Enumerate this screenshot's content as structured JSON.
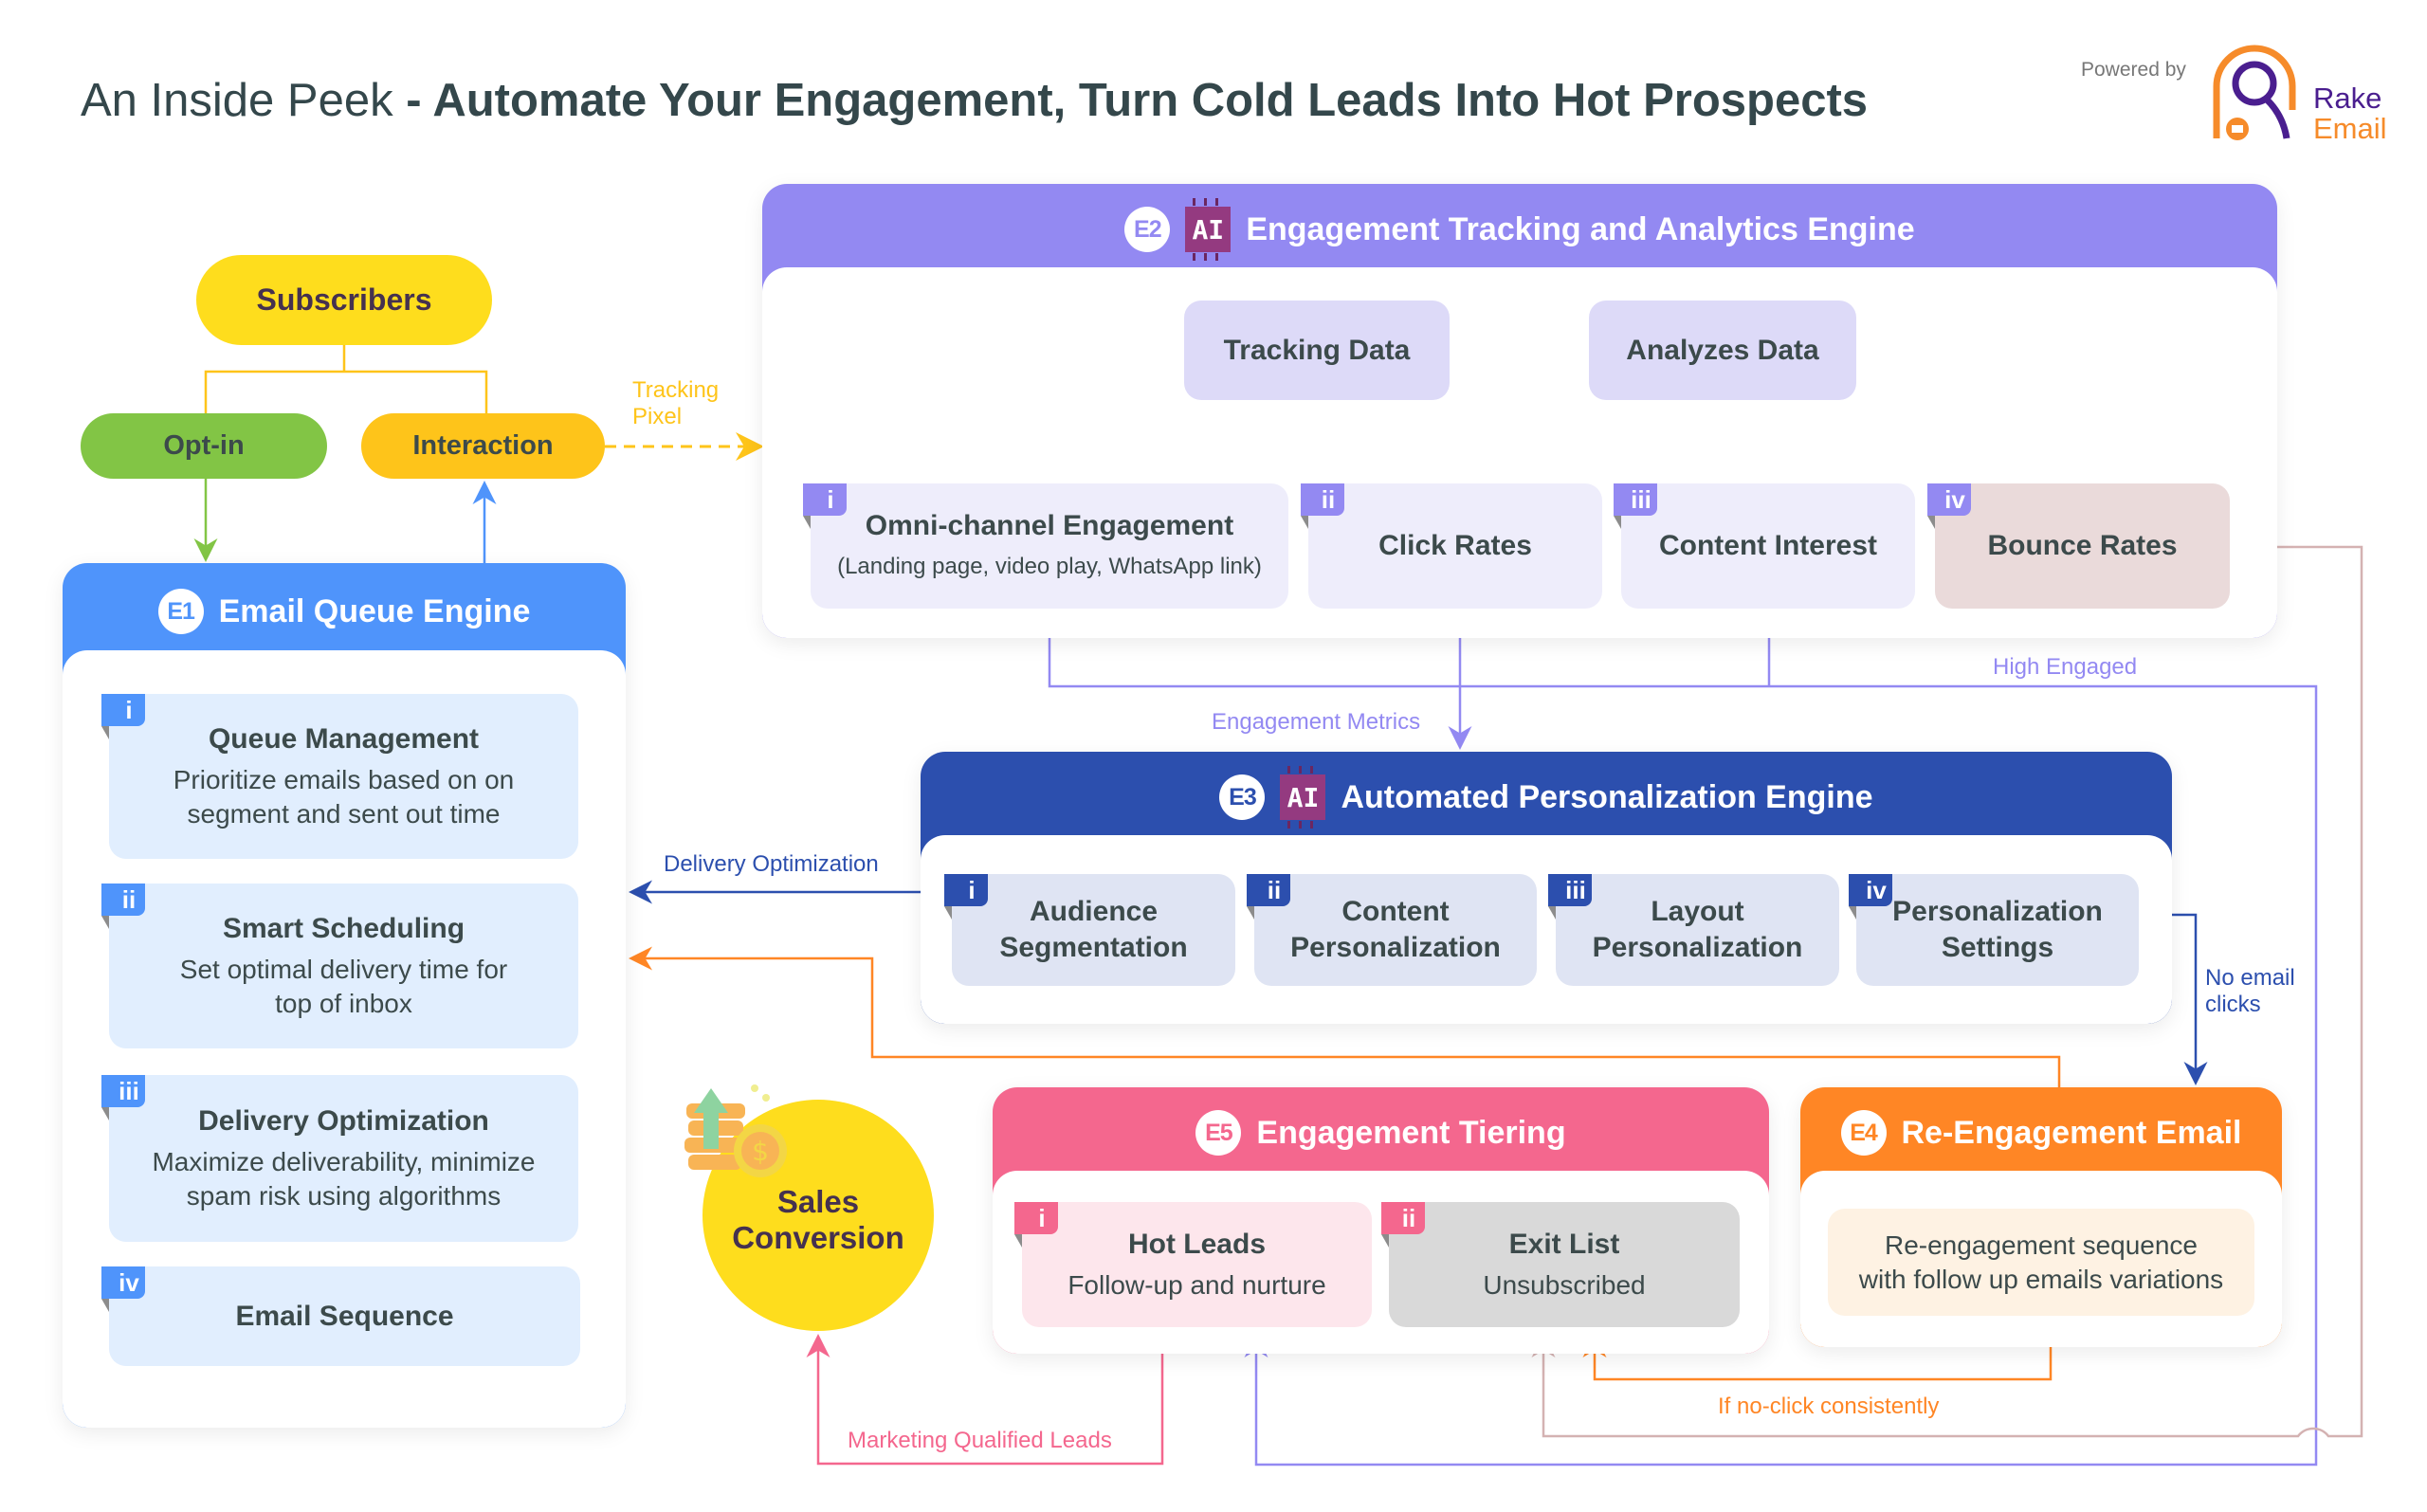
{
  "header": {
    "title_light": "An Inside Peek",
    "title_sep": " - ",
    "title_bold": "Automate Your Engagement, Turn Cold Leads Into Hot Prospects",
    "powered_by": "Powered by",
    "brand_line1": "Rake",
    "brand_line2": "Email",
    "brand_icon": "rake-email-logo-icon"
  },
  "colors": {
    "e1": "#4f94fb",
    "e2": "#9389f2",
    "e3": "#2c4fae",
    "e4": "#ff8625",
    "e5": "#f4678e",
    "subscribers": "#fedd1d",
    "optin": "#82c545",
    "interaction": "#fec41a"
  },
  "entry": {
    "subscribers": "Subscribers",
    "optin": "Opt-in",
    "interaction": "Interaction",
    "tracking_pixel_1": "Tracking",
    "tracking_pixel_2": "Pixel"
  },
  "e1": {
    "badge": "E1",
    "title": "Email Queue Engine",
    "items": [
      {
        "tag": "i",
        "title": "Queue Management",
        "desc1": "Prioritize emails based on on",
        "desc2": "segment and sent out time"
      },
      {
        "tag": "ii",
        "title": "Smart Scheduling",
        "desc1": "Set optimal delivery time for",
        "desc2": "top of inbox"
      },
      {
        "tag": "iii",
        "title": "Delivery Optimization",
        "desc1": "Maximize deliverability, minimize",
        "desc2": "spam risk using algorithms"
      },
      {
        "tag": "iv",
        "title": "Email Sequence"
      }
    ]
  },
  "e2": {
    "badge": "E2",
    "ai": "AI",
    "title": "Engagement Tracking and Analytics Engine",
    "tracking_data": "Tracking Data",
    "analyzes_data": "Analyzes Data",
    "items": [
      {
        "tag": "i",
        "title": "Omni-channel Engagement",
        "desc": "(Landing page, video play, WhatsApp link)"
      },
      {
        "tag": "ii",
        "title": "Click Rates"
      },
      {
        "tag": "iii",
        "title": "Content Interest"
      },
      {
        "tag": "iv",
        "title": "Bounce Rates"
      }
    ]
  },
  "e3": {
    "badge": "E3",
    "ai": "AI",
    "title": "Automated Personalization Engine",
    "items": [
      {
        "tag": "i",
        "l1": "Audience",
        "l2": "Segmentation"
      },
      {
        "tag": "ii",
        "l1": "Content",
        "l2": "Personalization"
      },
      {
        "tag": "iii",
        "l1": "Layout",
        "l2": "Personalization"
      },
      {
        "tag": "iv",
        "l1": "Personalization",
        "l2": "Settings"
      }
    ]
  },
  "e4": {
    "badge": "E4",
    "title": "Re-Engagement Email",
    "desc1": "Re-engagement sequence",
    "desc2": "with follow up emails variations"
  },
  "e5": {
    "badge": "E5",
    "title": "Engagement Tiering",
    "items": [
      {
        "tag": "i",
        "title": "Hot Leads",
        "desc": "Follow-up and nurture"
      },
      {
        "tag": "ii",
        "title": "Exit List",
        "desc": "Unsubscribed"
      }
    ]
  },
  "sales": {
    "line1": "Sales",
    "line2": "Conversion",
    "icon": "coins-growth-icon"
  },
  "connectors": {
    "high_engaged": "High Engaged",
    "engagement_metrics": "Engagement Metrics",
    "delivery_optimization": "Delivery Optimization",
    "no_email_clicks_1": "No email",
    "no_email_clicks_2": "clicks",
    "if_no_click": "If no-click consistently",
    "mql": "Marketing Qualified Leads"
  }
}
